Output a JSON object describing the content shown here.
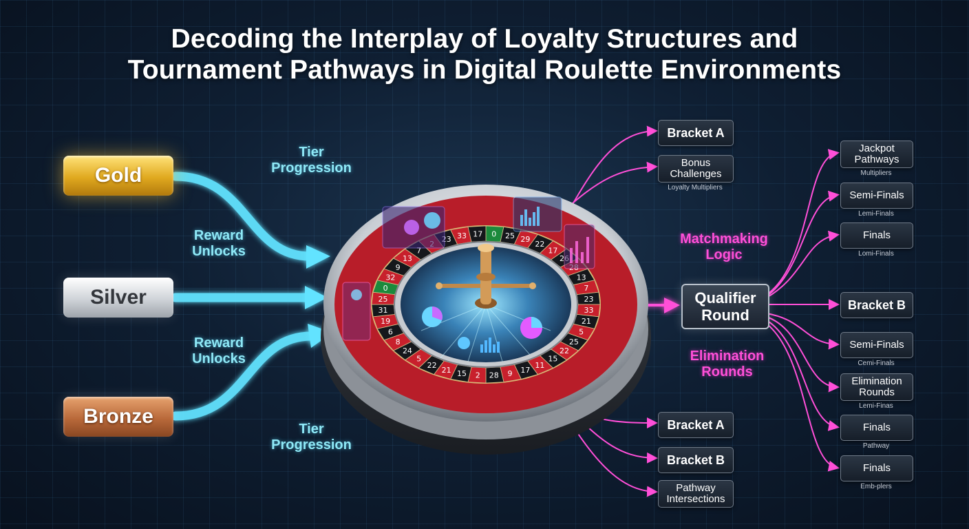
{
  "title": {
    "line1": "Decoding the Interplay of Loyalty Structures and",
    "line2": "Tournament Pathways in Digital Roulette Environments"
  },
  "tiers": {
    "gold": "Gold",
    "silver": "Silver",
    "bronze": "Bronze"
  },
  "flow_labels": {
    "tier_progression_top": [
      "Tier",
      "Progression"
    ],
    "reward_unlocks_top": [
      "Reward",
      "Unlocks"
    ],
    "reward_unlocks_bottom": [
      "Reward",
      "Unlocks"
    ],
    "tier_progression_bottom": [
      "Tier",
      "Progression"
    ],
    "matchmaking_logic": [
      "Matchmaking",
      "Logic"
    ],
    "elimination_rounds": [
      "Elimination",
      "Rounds"
    ]
  },
  "qualifier": [
    "Qualifier",
    "Round"
  ],
  "wheel_numbers": [
    "0",
    "25",
    "29",
    "22",
    "17",
    "26",
    "28",
    "13",
    "7",
    "23",
    "33",
    "21",
    "5",
    "25",
    "22",
    "15",
    "11",
    "17",
    "9",
    "28",
    "2",
    "15",
    "21",
    "22",
    "5",
    "24",
    "8",
    "6",
    "19",
    "31",
    "25",
    "0",
    "32",
    "9",
    "13",
    "7",
    "2",
    "23",
    "33",
    "17"
  ],
  "mid_boxes": {
    "bracket_a_top": "Bracket A",
    "bonus_challenges": [
      "Bonus",
      "Challenges"
    ],
    "bonus_challenges_sub": "Loyalty Multipliers",
    "bracket_a_bottom": "Bracket A",
    "bracket_b_bottom": "Bracket B",
    "pathway_intersections": [
      "Pathway",
      "Intersections"
    ]
  },
  "right_boxes": {
    "jackpot_pathways": [
      "Jackpot",
      "Pathways"
    ],
    "jackpot_sub": "Multipliers",
    "semi_finals_1": "Semi-Finals",
    "semi_finals_1_sub": "Lemi-Finals",
    "finals_1": "Finals",
    "finals_1_sub": "Lomi-Finals",
    "bracket_b": "Bracket B",
    "semi_finals_2": "Semi-Finals",
    "semi_finals_2_sub": "Cemi-Finals",
    "elimination_rounds": [
      "Elimination",
      "Rounds"
    ],
    "elimination_sub": "Lemi-Finas",
    "finals_2": "Finals",
    "finals_2_sub": "Pathway",
    "finals_3": "Finals",
    "finals_3_sub": "Emb-plers"
  },
  "colors": {
    "cyan": "#8fe9f7",
    "pink": "#ff4fd8",
    "wheel_red": "#c8202c",
    "gold": "#e0a91f",
    "bronze": "#b9693a"
  }
}
